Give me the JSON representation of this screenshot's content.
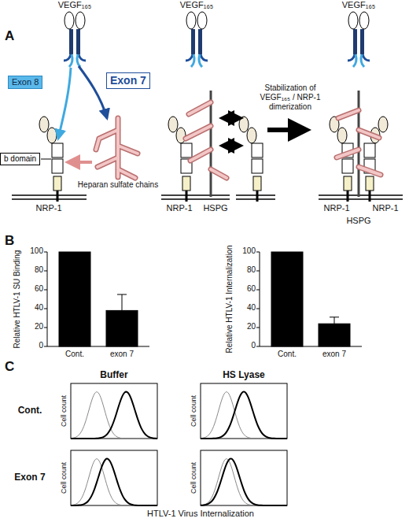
{
  "diagram": {
    "nodes": [
      {
        "text": [
          "Exon 8"
        ]
      },
      {
        "text": [
          "Exon 7"
        ]
      },
      {
        "text": [
          "b domain"
        ]
      }
    ],
    "labels": [
      "A",
      "VEGF₁₆₅",
      "Heparan sulfate chains",
      "NRP-1",
      "VEGF₁₆₅",
      "NRP-1",
      "HSPG",
      "Stabilization of VEGF₁₆₅ / NRP-1 dimerization",
      "VEGF₁₆₅",
      "NRP-1",
      "NRP-1",
      "HSPG",
      "B",
      "Relative HTLV-1 SU Binding",
      "0",
      "20",
      "40",
      "60",
      "80",
      "100",
      "Cont.",
      "exon 7",
      "Relative HTLV-1 Internalization",
      "0",
      "20",
      "40",
      "60",
      "80",
      "100",
      "Cont.",
      "exon 7",
      "C",
      "Buffer",
      "HS Lyase",
      "Cont.",
      "Exon 7",
      "Cell count",
      "Cell count",
      "Cell count",
      "Cell count",
      "HTLV-1 Virus Internalization"
    ]
  }
}
